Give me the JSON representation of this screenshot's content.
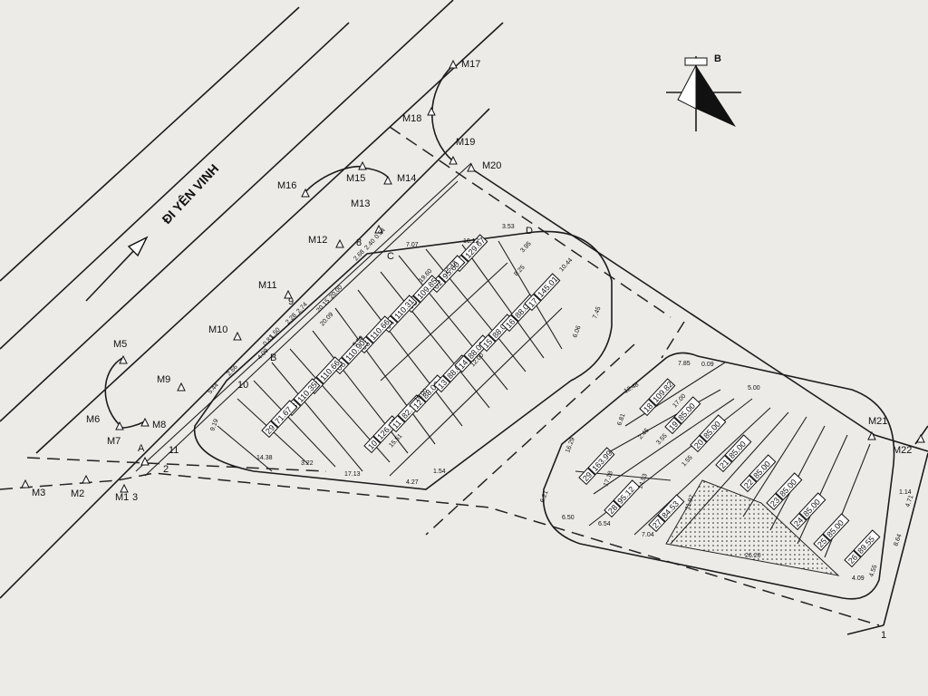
{
  "road": {
    "name": "ĐI YÊN VINH"
  },
  "compass": {
    "label": "B"
  },
  "markers": [
    "M1",
    "M2",
    "M3",
    "M5",
    "M6",
    "M7",
    "M8",
    "M9",
    "M10",
    "M11",
    "M12",
    "M13",
    "M14",
    "M15",
    "M16",
    "M17",
    "M18",
    "M19",
    "M20",
    "M21",
    "M22"
  ],
  "reference_points": [
    "A",
    "B",
    "C",
    "D",
    "1",
    "2",
    "3",
    "8",
    "9",
    "10",
    "11"
  ],
  "plots": [
    {
      "id": "01",
      "area": "129.67"
    },
    {
      "id": "02",
      "area": "95.60"
    },
    {
      "id": "03",
      "area": "109.85"
    },
    {
      "id": "04",
      "area": "110.31"
    },
    {
      "id": "05",
      "area": "110.66"
    },
    {
      "id": "06",
      "area": "110.90"
    },
    {
      "id": "07",
      "area": "110.66"
    },
    {
      "id": "08",
      "area": "110.35"
    },
    {
      "id": "29",
      "area": "71.67"
    },
    {
      "id": "10",
      "area": "126.47"
    },
    {
      "id": "11",
      "area": "82.75"
    },
    {
      "id": "12",
      "area": "88.00"
    },
    {
      "id": "13",
      "area": "88.00"
    },
    {
      "id": "14",
      "area": "88.00"
    },
    {
      "id": "15",
      "area": "88.00"
    },
    {
      "id": "16",
      "area": "88.00"
    },
    {
      "id": "17",
      "area": "145.01"
    },
    {
      "id": "18",
      "area": "109.82"
    },
    {
      "id": "19",
      "area": "85.00"
    },
    {
      "id": "20",
      "area": "85.00"
    },
    {
      "id": "21",
      "area": "85.00"
    },
    {
      "id": "22",
      "area": "85.00"
    },
    {
      "id": "23",
      "area": "85.00"
    },
    {
      "id": "24",
      "area": "85.00"
    },
    {
      "id": "25",
      "area": "85.00"
    },
    {
      "id": "26",
      "area": "89.55"
    },
    {
      "id": "27",
      "area": "84.53"
    },
    {
      "id": "28",
      "area": "95.12"
    },
    {
      "id": "29",
      "area": "163.99"
    }
  ],
  "dimensions": [
    "14.38",
    "3.22",
    "17.13",
    "4.27",
    "1.54",
    "15.51",
    "16.00",
    "5.50",
    "20.09",
    "20.15",
    "20.00",
    "19.60",
    "15.18",
    "16.12",
    "7.07",
    "3.53",
    "3.95",
    "0.54",
    "2.68",
    "2.40",
    "2.28",
    "2.74",
    "4.09",
    "0.81",
    "1.50",
    "5.44",
    "2.66",
    "9.19",
    "10.44",
    "7.45",
    "6.06",
    "8.25",
    "7.85",
    "0.09",
    "12.48",
    "6.81",
    "2.45",
    "3.55",
    "1.55",
    "16.29",
    "17.18",
    "14.53",
    "11.97",
    "6.21",
    "6.50",
    "6.54",
    "7.04",
    "5.00",
    "1.14",
    "4.71",
    "8.64",
    "4.55",
    "4.09",
    "26.20",
    "17.00",
    "12.00"
  ]
}
